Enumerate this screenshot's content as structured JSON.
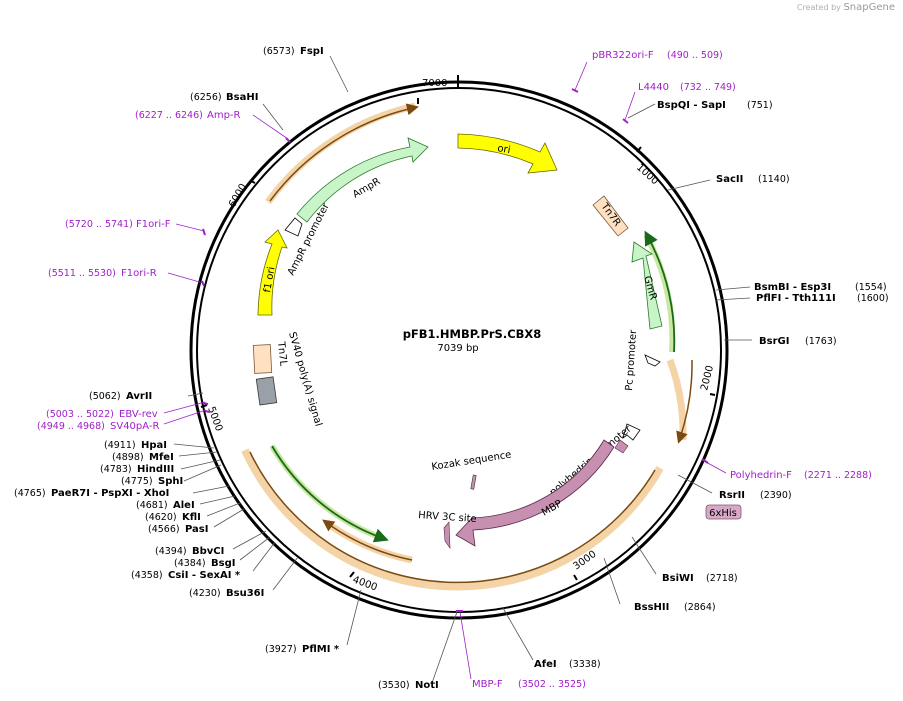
{
  "credit": {
    "prefix": "Created by",
    "brand": "SnapGene"
  },
  "plasmid": {
    "name": "pFB1.HMBP.PrS.CBX8",
    "length": "7039 bp"
  },
  "ticks": [
    "1000",
    "2000",
    "3000",
    "4000",
    "5000",
    "6000",
    "7000"
  ],
  "features": {
    "ori": "ori",
    "tn7r": "Tn7R",
    "gmr": "GmR",
    "pc_promoter": "Pc promoter",
    "polyhedrin_promoter": "polyhedrin promoter",
    "mbp": "MBP",
    "kozak": "Kozak sequence",
    "hrv": "HRV 3C site",
    "sv40": "SV40 poly(A) signal",
    "tn7l": "Tn7L",
    "f1ori": "f1 ori",
    "ampr_promoter": "AmpR promoter",
    "ampr": "AmpR",
    "sixhis": "6xHis"
  },
  "sites": {
    "fspi": {
      "name": "FspI",
      "pos": "(6573)"
    },
    "bsahi": {
      "name": "BsaHI",
      "pos": "(6256)"
    },
    "bspqi": {
      "name": "BspQI   - SapI",
      "pos": "(751)"
    },
    "sacii": {
      "name": "SacII",
      "pos": "(1140)"
    },
    "bsmbi": {
      "name": "BsmBI   - Esp3I",
      "pos": "(1554)"
    },
    "pflfi": {
      "name": "PflFI   - Tth111I",
      "pos": "(1600)"
    },
    "bsrgi": {
      "name": "BsrGI",
      "pos": "(1763)"
    },
    "rsrii": {
      "name": "RsrII",
      "pos": "(2390)"
    },
    "bsiwi": {
      "name": "BsiWI",
      "pos": "(2718)"
    },
    "psshii": {
      "name": "BssHII",
      "pos": "(2864)"
    },
    "afei": {
      "name": "AfeI",
      "pos": "(3338)"
    },
    "noti": {
      "name": "NotI",
      "pos": "(3530)"
    },
    "pflmi": {
      "name": "PflMI *",
      "pos": "(3927)"
    },
    "bsu36i": {
      "name": "Bsu36I",
      "pos": "(4230)"
    },
    "csii": {
      "name": "CsiI   - SexAI *",
      "pos": "(4358)"
    },
    "bsgi": {
      "name": "BsgI",
      "pos": "(4384)"
    },
    "bbvci": {
      "name": "BbvCI",
      "pos": "(4394)"
    },
    "pasi": {
      "name": "PasI",
      "pos": "(4566)"
    },
    "kfli": {
      "name": "KflI",
      "pos": "(4620)"
    },
    "alei": {
      "name": "AleI",
      "pos": "(4681)"
    },
    "paer7i": {
      "name": "PaeR7I   - PspXI   - XhoI",
      "pos": "(4765)"
    },
    "sphi": {
      "name": "SphI",
      "pos": "(4775)"
    },
    "hindiii": {
      "name": "HindIII",
      "pos": "(4783)"
    },
    "mfei": {
      "name": "MfeI",
      "pos": "(4898)"
    },
    "hpai": {
      "name": "HpaI",
      "pos": "(4911)"
    },
    "avrii": {
      "name": "AvrII",
      "pos": "(5062)"
    }
  },
  "primers": {
    "pbr322ori": {
      "name": "pBR322ori-F",
      "pos": "(490 .. 509)"
    },
    "l4440": {
      "name": "L4440",
      "pos": "(732 .. 749)"
    },
    "ampr_p": {
      "name": "Amp-R",
      "pos": "(6227 .. 6246)"
    },
    "f1orif": {
      "name": "F1ori-F",
      "pos": "(5720 .. 5741)"
    },
    "f1orir": {
      "name": "F1ori-R",
      "pos": "(5511 .. 5530)"
    },
    "polyhedrinf": {
      "name": "Polyhedrin-F",
      "pos": "(2271 .. 2288)"
    },
    "mbpf": {
      "name": "MBP-F",
      "pos": "(3502 .. 3525)"
    },
    "ebvrev": {
      "name": "EBV-rev",
      "pos": "(5003 .. 5022)"
    },
    "sv40par": {
      "name": "SV40pA-R",
      "pos": "(4949 .. 4968)"
    }
  },
  "colors": {
    "ori": "#ffff00",
    "tn7": "#ffe0c0",
    "gmr": "#c8f5c8",
    "mbp": "#c890b0",
    "promoter": "#ffffff",
    "cds_orange": "#f0b060",
    "cds_green": "#2e9e2e",
    "primer": "#a020c8",
    "sv40": "#9aa0a8"
  }
}
